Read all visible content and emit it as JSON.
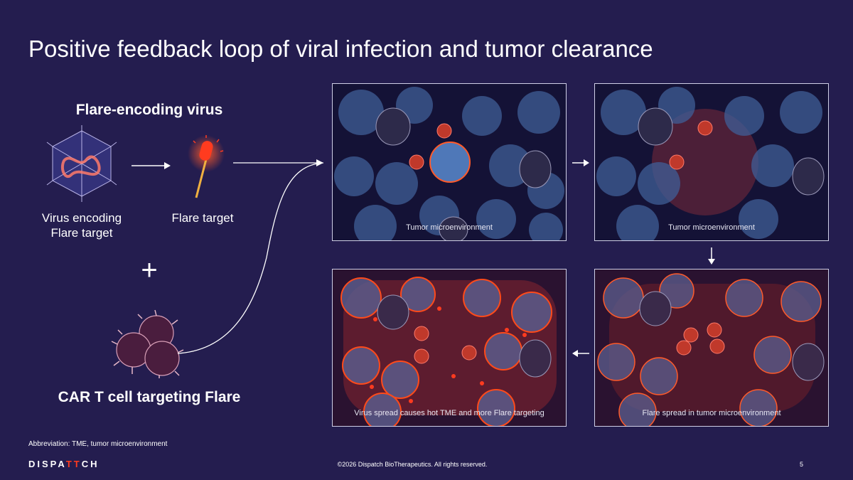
{
  "slide": {
    "title": "Positive feedback loop of viral infection and tumor clearance",
    "page_number": "5"
  },
  "left": {
    "virus_heading": "Flare-encoding virus",
    "virus_caption_line1": "Virus encoding",
    "virus_caption_line2": "Flare target",
    "flare_caption": "Flare target",
    "plus": "+",
    "cart_heading": "CAR T cell targeting Flare"
  },
  "panels": [
    {
      "label": "Tumor microenvironment"
    },
    {
      "label": "Tumor microenvironment"
    },
    {
      "label": "Flare spread in tumor microenvironment"
    },
    {
      "label": "Virus spread causes hot TME and more Flare targeting"
    }
  ],
  "footer": {
    "abbreviation": "Abbreviation: TME, tumor microenvironment",
    "copyright": "©2026 Dispatch BioTherapeutics. All rights reserved.",
    "logo_left": "DISPA",
    "logo_mark": "TT",
    "logo_right": "CH"
  },
  "colors": {
    "background": "#241d4f",
    "accent_red": "#ff3b1f",
    "tumor_cell_blue": "#3f5f97"
  }
}
